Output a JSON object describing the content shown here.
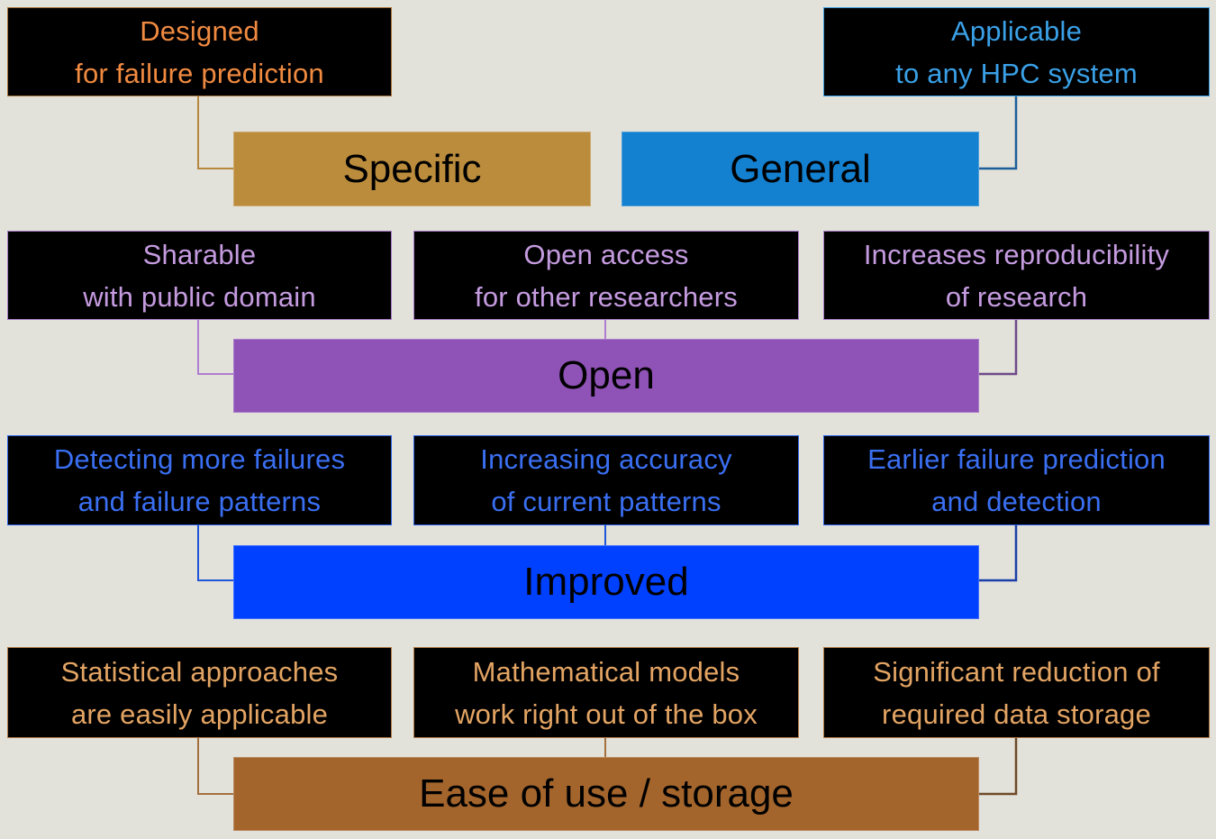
{
  "diagram": {
    "groups": [
      {
        "id": "specific-general",
        "categories": [
          {
            "label": "Specific",
            "color": "#bb8c3c",
            "benefit": {
              "lines": [
                "Designed",
                "for failure prediction"
              ],
              "text_color": "#f08a40",
              "border_color": "#a8733c"
            }
          },
          {
            "label": "General",
            "color": "#1380d0",
            "benefit": {
              "lines": [
                "Applicable",
                "to any HPC system"
              ],
              "text_color": "#3aa0e6",
              "border_color": "#3a9ee0"
            }
          }
        ]
      },
      {
        "id": "open",
        "label": "Open",
        "color": "#8f52b6",
        "text_color": "#c59be0",
        "border_color": "#a77cc8",
        "benefits": [
          {
            "lines": [
              "Sharable",
              "with public domain"
            ]
          },
          {
            "lines": [
              "Open access",
              "for other researchers"
            ]
          },
          {
            "lines": [
              "Increases reproducibility",
              "of research"
            ]
          }
        ]
      },
      {
        "id": "improved",
        "label": "Improved",
        "color": "#0040ff",
        "text_color": "#3a6ff2",
        "border_color": "#2f63e8",
        "benefits": [
          {
            "lines": [
              "Detecting more failures",
              "and failure patterns"
            ]
          },
          {
            "lines": [
              "Increasing accuracy",
              "of current patterns"
            ]
          },
          {
            "lines": [
              "Earlier failure prediction",
              "and detection"
            ]
          }
        ]
      },
      {
        "id": "ease",
        "label": "Ease of use / storage",
        "color": "#a4652c",
        "text_color": "#e3a463",
        "border_color": "#b07a48",
        "benefits": [
          {
            "lines": [
              "Statistical approaches",
              "are easily applicable"
            ]
          },
          {
            "lines": [
              "Mathematical models",
              "work right out of the box"
            ]
          },
          {
            "lines": [
              "Significant reduction of",
              "required data storage"
            ]
          }
        ]
      }
    ]
  }
}
